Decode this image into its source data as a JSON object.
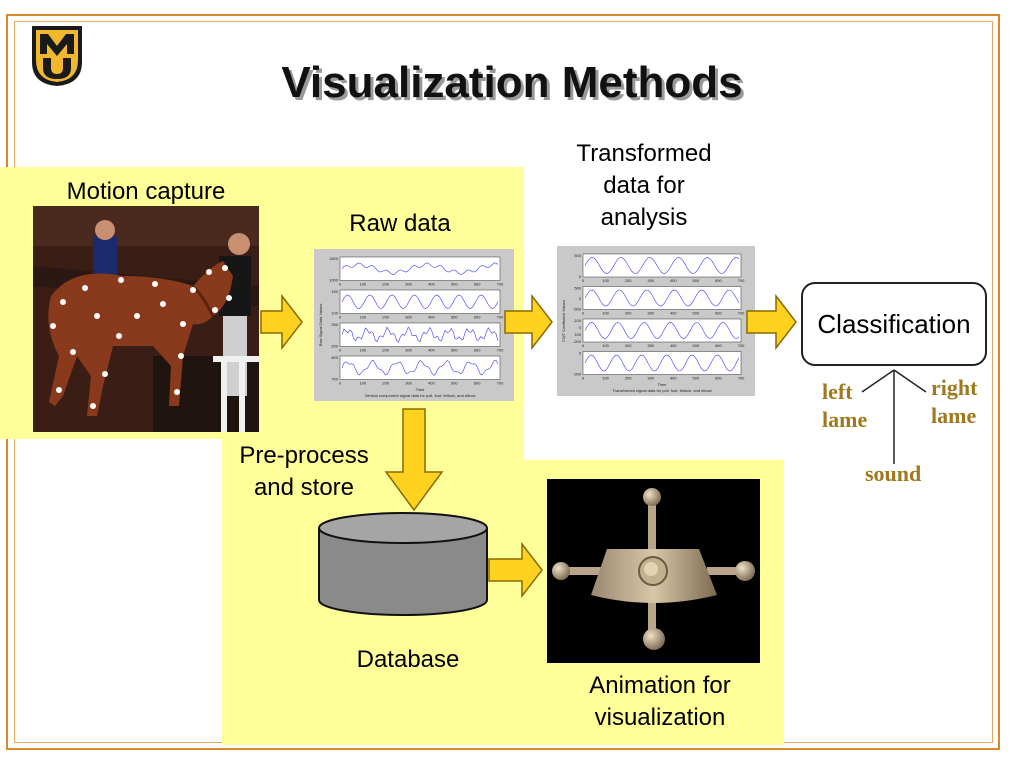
{
  "title": "Visualization Methods",
  "logo_letters": "MU",
  "labels": {
    "motion_capture": "Motion capture",
    "raw_data": "Raw data",
    "transformed": [
      "Transformed",
      "data for",
      "analysis"
    ],
    "classification": "Classification",
    "preprocess": [
      "Pre-process",
      "and store"
    ],
    "database": "Database",
    "animation": [
      "Animation for",
      "visualization"
    ]
  },
  "classes": {
    "left": [
      "left",
      "lame"
    ],
    "right": [
      "right",
      "lame"
    ],
    "sound": "sound"
  },
  "raw_plot": {
    "xticks": [
      "0",
      "100",
      "200",
      "300",
      "400",
      "500",
      "600",
      "700"
    ],
    "ylabel": "Raw Signal Data Values",
    "xlabel": "Time",
    "caption": "Vertical component signal data for poll, foot, fetlock, and elbow",
    "panel_yticks": [
      [
        "1500",
        "1000"
      ],
      [
        "150",
        "100"
      ],
      [
        "250",
        "200"
      ],
      [
        "800",
        "700"
      ]
    ]
  },
  "cwt_plot": {
    "xticks": [
      "0",
      "100",
      "200",
      "300",
      "400",
      "500",
      "600",
      "700"
    ],
    "ylabel": "CWT Coefficient Values",
    "xlabel": "Time",
    "caption": "Transformed signal data for poll, foot, fetlock, and elbow",
    "panel_yticks": [
      [
        "500",
        "0"
      ],
      [
        "500",
        "0",
        "-500"
      ],
      [
        "-100",
        "0",
        "100",
        "-200"
      ],
      [
        "0",
        "-200"
      ]
    ]
  },
  "colors": {
    "arrow_fill": "#ffd21f",
    "arrow_stroke": "#8a6a00",
    "panel": "#ffff99",
    "accent_gold": "#a0781e",
    "frame": "#d8872a"
  }
}
